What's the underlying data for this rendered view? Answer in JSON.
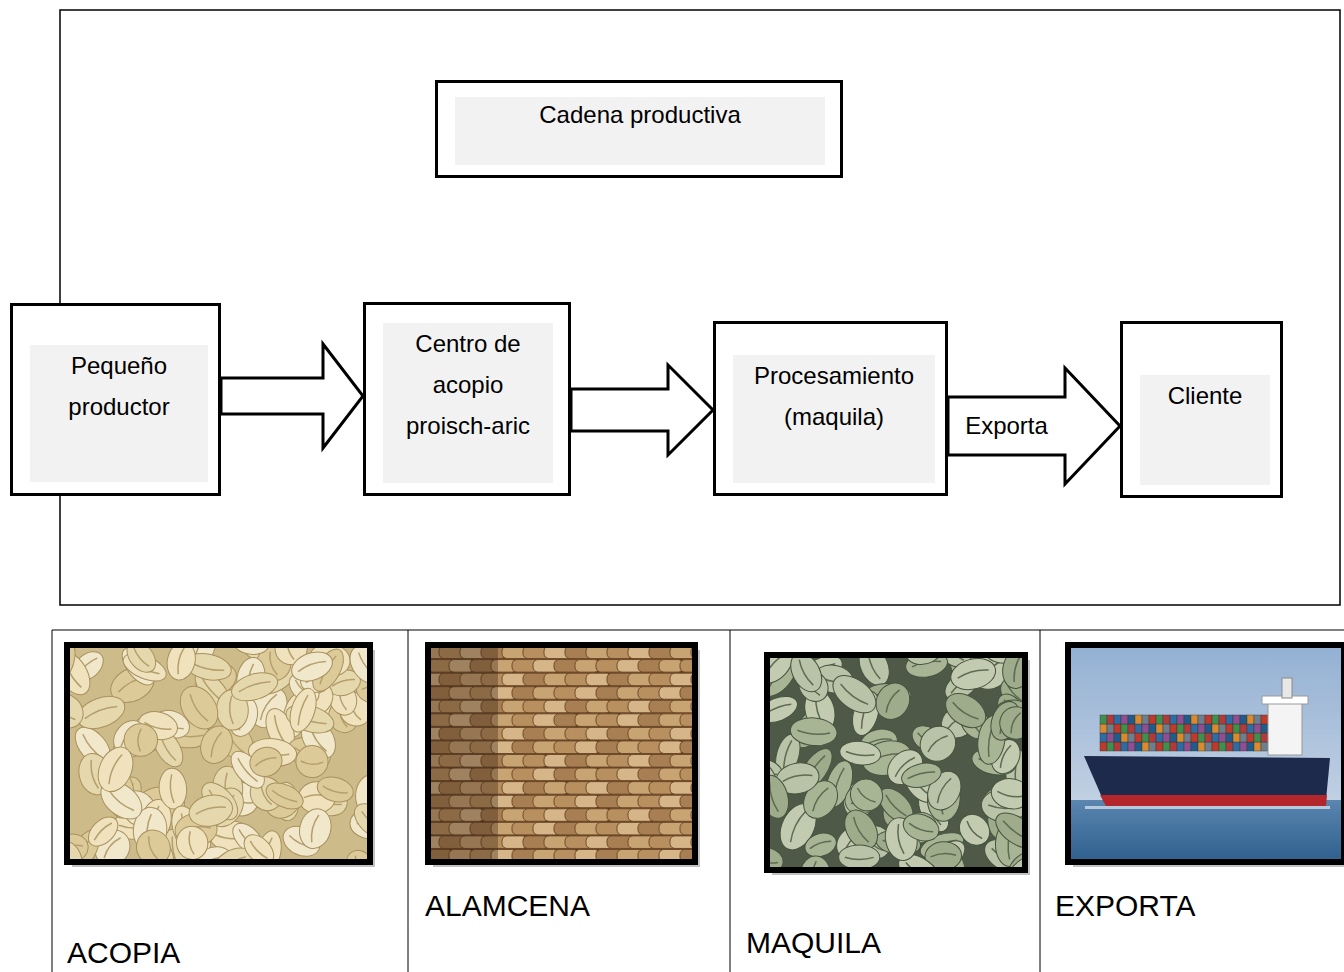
{
  "diagram": {
    "nodes": [
      {
        "text": [
          "Cadena productiva"
        ]
      },
      {
        "text": [
          "Pequeño productor"
        ]
      },
      {
        "text": [
          "Centro de acopio proisch-aric"
        ]
      },
      {
        "text": [
          "Procesamiento (maquila)"
        ]
      },
      {
        "text": [
          "Cliente"
        ]
      }
    ],
    "edges": [
      {
        "from": 1,
        "to": 2,
        "arrow": "to"
      },
      {
        "from": 2,
        "to": 3,
        "arrow": "to"
      },
      {
        "from": 3,
        "to": 4,
        "label": "Exporta",
        "arrow": "to"
      }
    ],
    "labels": [
      "ACOPIA",
      "ALAMCENA",
      "MAQUILA",
      "EXPORTA"
    ]
  }
}
